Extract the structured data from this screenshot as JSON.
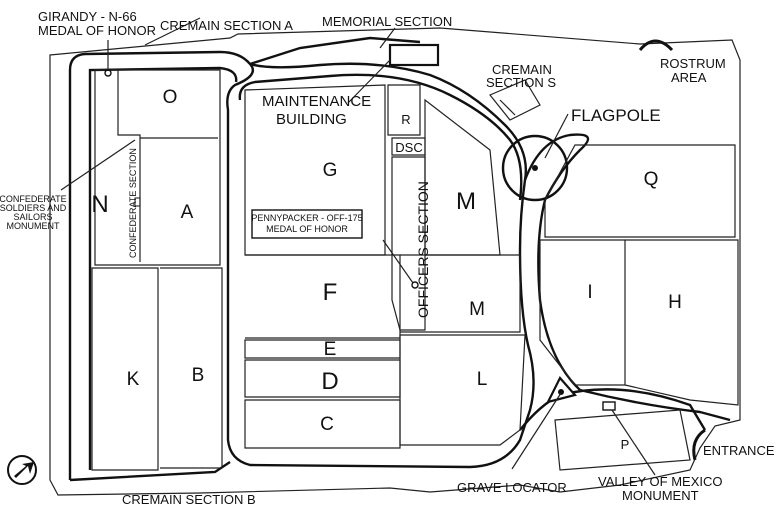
{
  "map": {
    "colors": {
      "ink": "#111111",
      "background": "#ffffff"
    },
    "sections": {
      "O": "O",
      "N": "N",
      "A": "A",
      "K": "K",
      "B": "B",
      "G": "G",
      "F": "F",
      "E": "E",
      "D": "D",
      "C": "C",
      "R": "R",
      "DSC": "DSC",
      "M1": "M",
      "M2": "M",
      "L": "L",
      "Q": "Q",
      "I": "I",
      "H": "H",
      "P": "P"
    },
    "labels": {
      "girandy_1": "GIRANDY - N-66",
      "girandy_2": "MEDAL OF HONOR",
      "cremain_a": "CREMAIN SECTION A",
      "memorial": "MEMORIAL SECTION",
      "cremain_s_1": "CREMAIN",
      "cremain_s_2": "SECTION S",
      "rostrum_1": "ROSTRUM",
      "rostrum_2": "AREA",
      "maintenance_1": "MAINTENANCE",
      "maintenance_2": "BUILDING",
      "flagpole": "FLAGPOLE",
      "confederate_section": "CONFEDERATE SECTION",
      "confed_mon_1": "CONFEDERATE",
      "confed_mon_2": "SOLDIERS AND",
      "confed_mon_3": "SAILORS",
      "confed_mon_4": "MONUMENT",
      "pennypacker_1": "PENNYPACKER - OFF-175",
      "pennypacker_2": "MEDAL OF HONOR",
      "officers_section": "OFFICERS SECTION",
      "entrance": "ENTRANCE",
      "cremain_b": "CREMAIN SECTION B",
      "grave_locator": "GRAVE LOCATOR",
      "valley_1": "VALLEY OF MEXICO",
      "valley_2": "MONUMENT"
    },
    "icons": {
      "north_arrow": "north-arrow-icon"
    }
  }
}
